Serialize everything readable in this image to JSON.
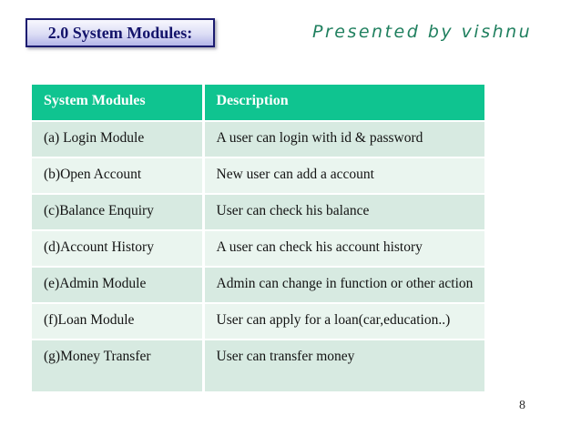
{
  "slide": {
    "title": "2.0 System Modules:",
    "byline": "Presented by vishnu",
    "page_number": "8"
  },
  "table": {
    "headers": [
      "System Modules",
      "Description"
    ],
    "rows": [
      {
        "module": "(a) Login Module",
        "description": "A user can login with id & password"
      },
      {
        "module": "(b)Open Account",
        "description": "New user can add a account"
      },
      {
        "module": "(c)Balance Enquiry",
        "description": "User can check his balance"
      },
      {
        "module": "(d)Account History",
        "description": "A user can check his account history"
      },
      {
        "module": "(e)Admin Module",
        "description": "Admin can change in function or other action"
      },
      {
        "module": "(f)Loan Module",
        "description": "User can apply for a loan(car,education..)"
      },
      {
        "module": "(g)Money Transfer",
        "description": "User can transfer money"
      }
    ]
  },
  "colors": {
    "header_bg": "#0fc490",
    "row_odd_bg": "#d7eae1",
    "row_even_bg": "#eaf5ef",
    "title_text": "#14146b",
    "title_border": "#1c1c70",
    "byline_text": "#20805f"
  }
}
